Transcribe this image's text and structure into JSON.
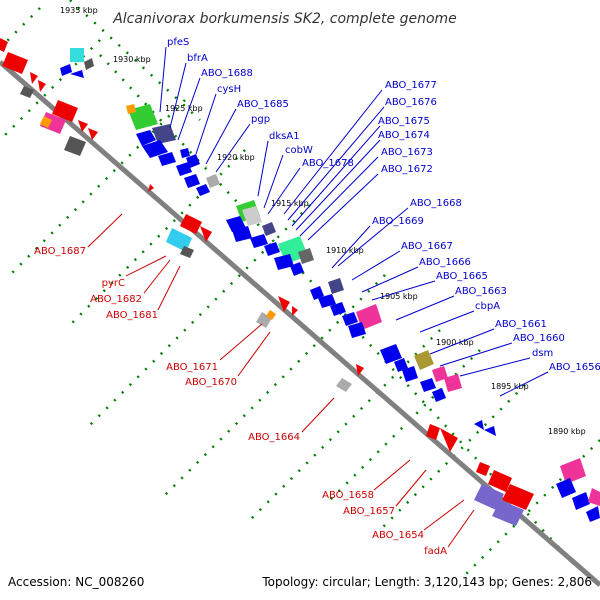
{
  "title": "Alcanivorax borkumensis SK2, complete genome",
  "footer": {
    "accession": "Accession: NC_008260",
    "summary": "Topology: circular; Length: 3,120,143 bp; Genes: 2,806"
  },
  "ticks": [
    {
      "label": "1935 kbp"
    },
    {
      "label": "1930 kbp"
    },
    {
      "label": "1925 kbp"
    },
    {
      "label": "1920 kbp"
    },
    {
      "label": "1915 kbp"
    },
    {
      "label": "1910 kbp"
    },
    {
      "label": "1905 kbp"
    },
    {
      "label": "1900 kbp"
    },
    {
      "label": "1895 kbp"
    },
    {
      "label": "1890 kbp"
    }
  ],
  "forward_labels": [
    {
      "name": "pfeS"
    },
    {
      "name": "bfrA"
    },
    {
      "name": "ABO_1688"
    },
    {
      "name": "cysH"
    },
    {
      "name": "ABO_1685"
    },
    {
      "name": "pgp"
    },
    {
      "name": "dksA1"
    },
    {
      "name": "cobW"
    },
    {
      "name": "ABO_1678"
    },
    {
      "name": "ABO_1677"
    },
    {
      "name": "ABO_1676"
    },
    {
      "name": "ABO_1675"
    },
    {
      "name": "ABO_1674"
    },
    {
      "name": "ABO_1673"
    },
    {
      "name": "ABO_1672"
    },
    {
      "name": "ABO_1668"
    },
    {
      "name": "ABO_1669"
    },
    {
      "name": "ABO_1667"
    },
    {
      "name": "ABO_1666"
    },
    {
      "name": "ABO_1665"
    },
    {
      "name": "ABO_1663"
    },
    {
      "name": "cbpA"
    },
    {
      "name": "ABO_1661"
    },
    {
      "name": "ABO_1660"
    },
    {
      "name": "dsm"
    },
    {
      "name": "ABO_1656"
    }
  ],
  "reverse_labels": [
    {
      "name": "ABO_1687"
    },
    {
      "name": "pyrC"
    },
    {
      "name": "ABO_1682"
    },
    {
      "name": "ABO_1681"
    },
    {
      "name": "ABO_1671"
    },
    {
      "name": "ABO_1670"
    },
    {
      "name": "ABO_1664"
    },
    {
      "name": "ABO_1658"
    },
    {
      "name": "ABO_1657"
    },
    {
      "name": "ABO_1654"
    },
    {
      "name": "fadA"
    }
  ],
  "colors": {
    "backbone": "#808080",
    "forward_gene": "#0000ee",
    "reverse_gene": "#ee0000",
    "forward_label": "#0000cc",
    "reverse_label": "#cc0000",
    "tick_dots": "#008000"
  }
}
